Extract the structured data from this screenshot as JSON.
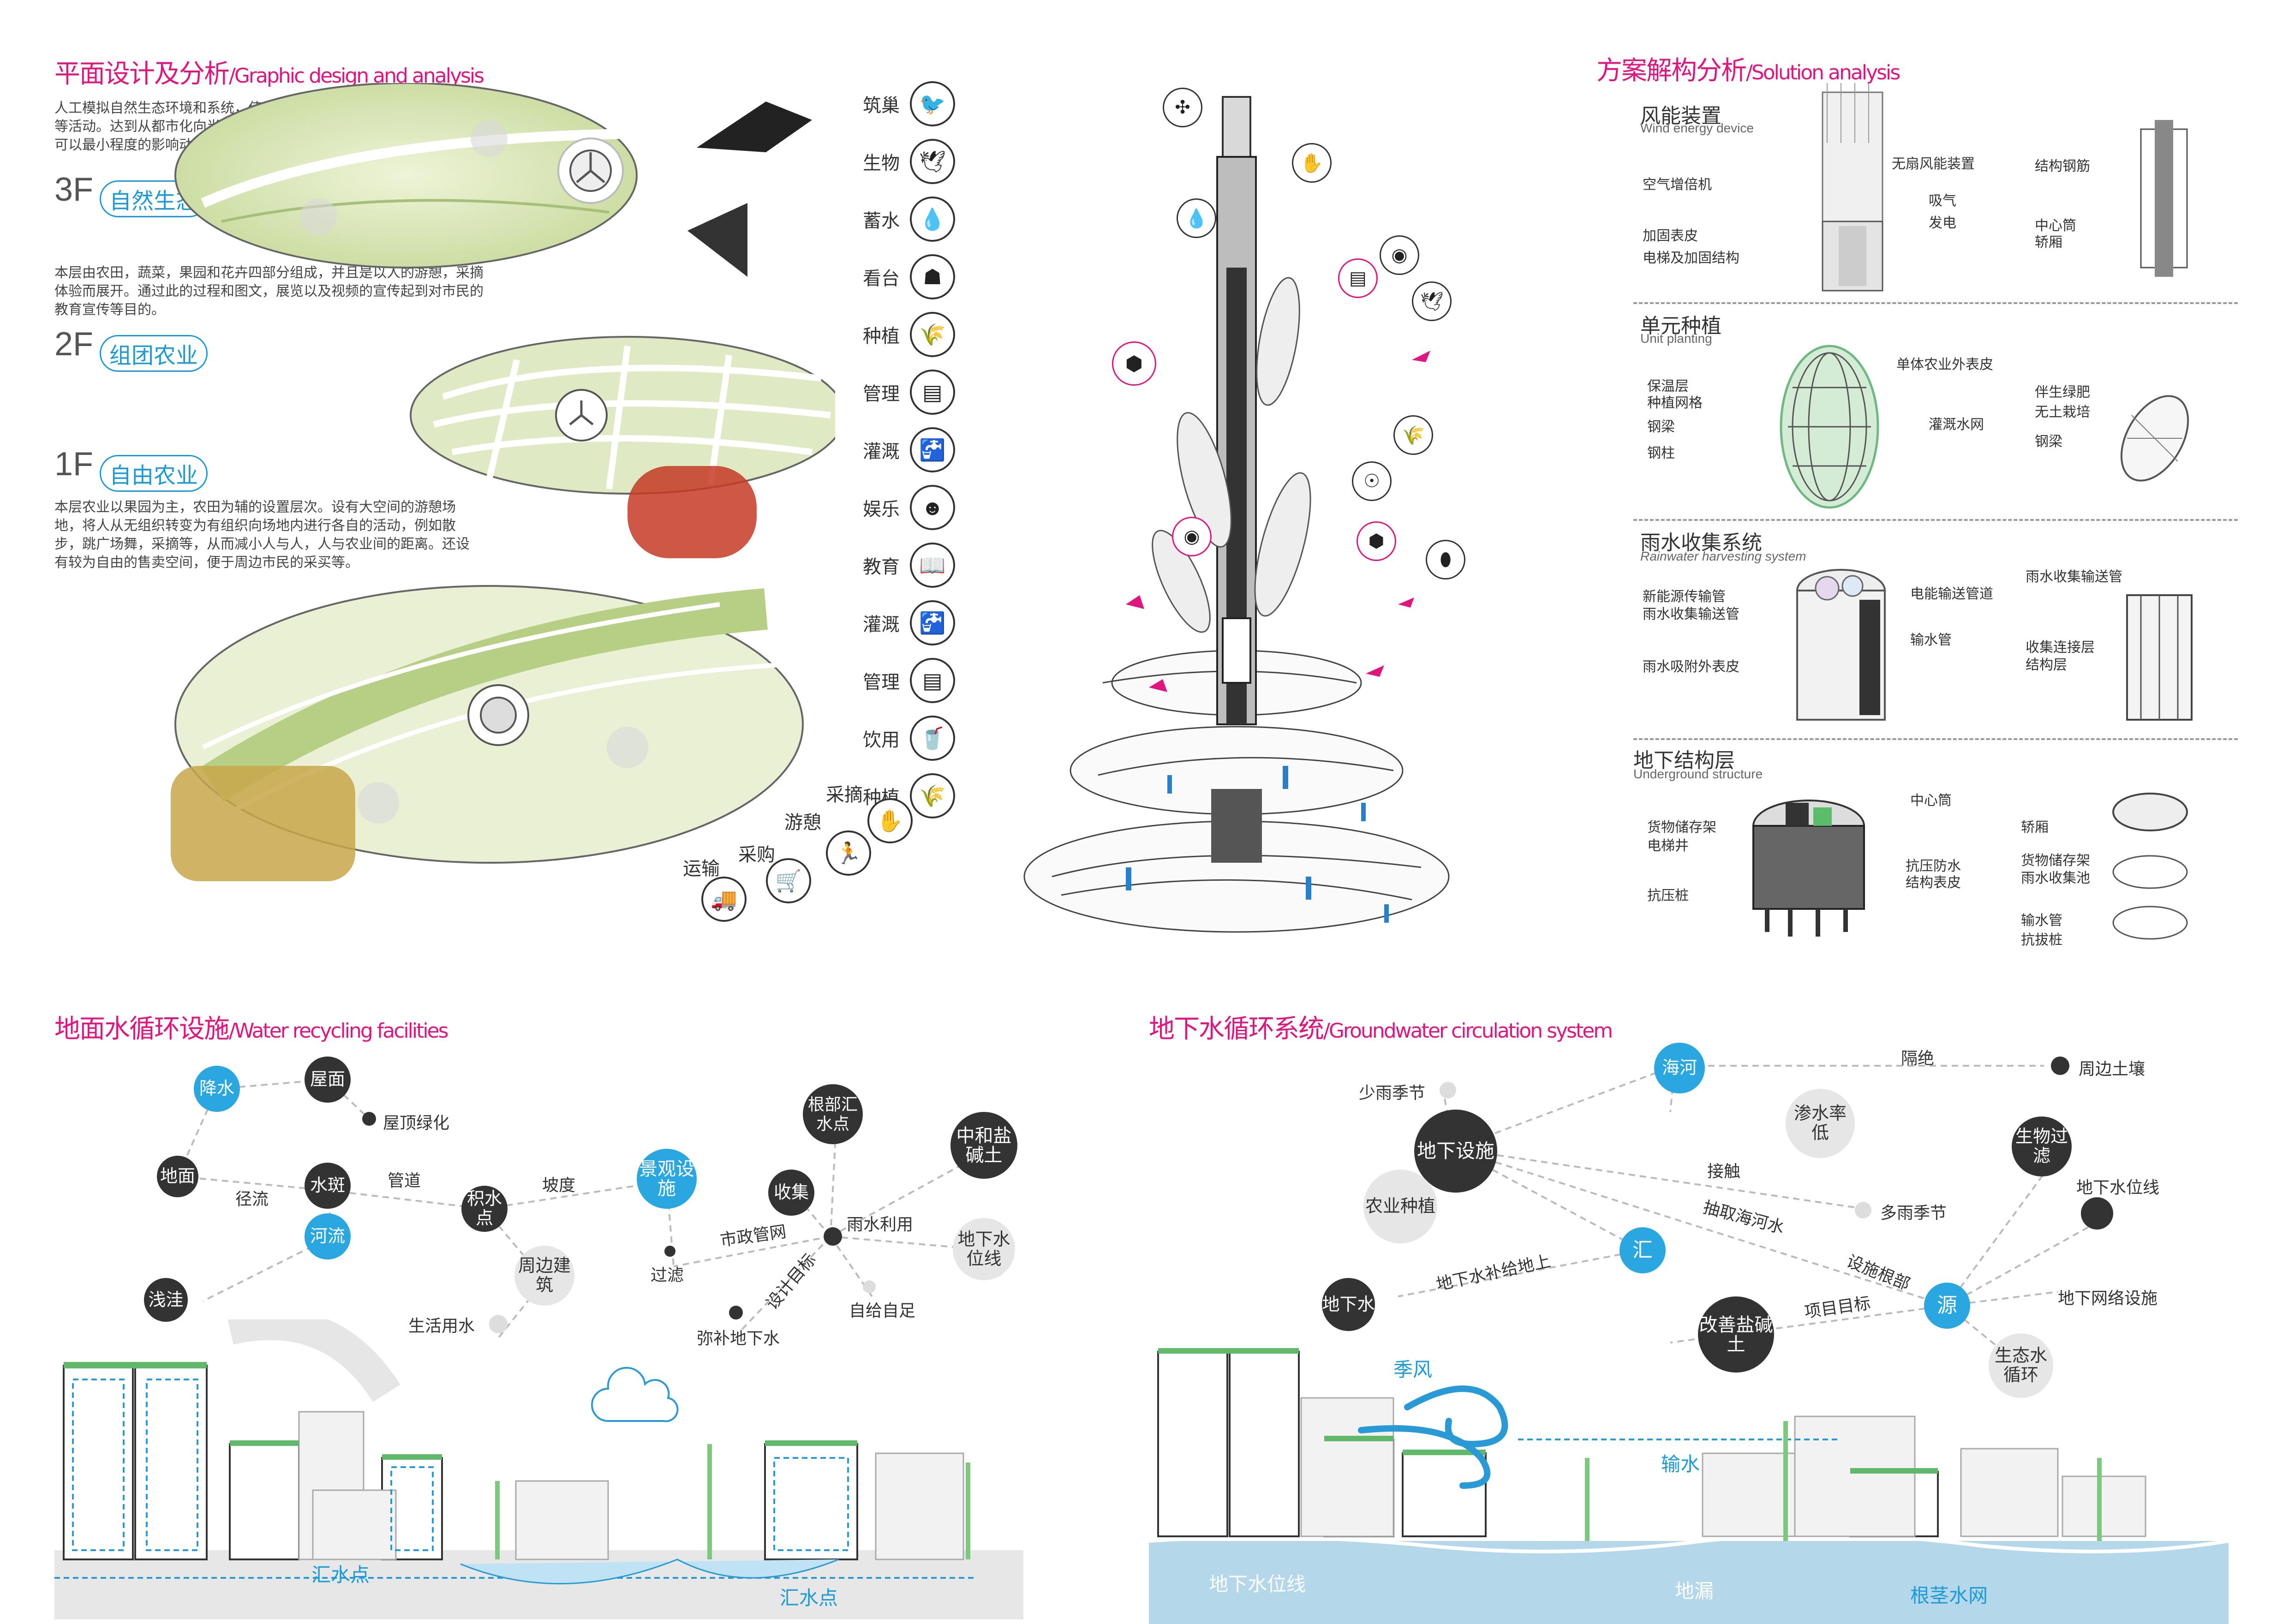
{
  "top_left": {
    "title_cn": "平面设计及分析",
    "title_en": "/Graphic design and analysis",
    "para_3f": "人工模拟自然生态环境和系统，使鸟类觅食，停留，迁徙，筑巢，养殖等活动。达到从都市化向半恢复状态转变。人在本层的只是远观，这样可以最小程度的影响动物的正常栖息。",
    "floor_3f": "3F",
    "tag_3f": "自然生态",
    "para_2f": "本层由农田，蔬菜，果园和花卉四部分组成，并且是以人的游憩，采摘体验而展开。通过此的过程和图文，展览以及视频的宣传起到对市民的教育宣传等目的。",
    "floor_2f": "2F",
    "tag_2f": "组团农业",
    "floor_1f": "1F",
    "tag_1f": "自由农业",
    "para_1f": "本层农业以果园为主，农田为辅的设置层次。设有大空间的游憩场地，将人从无组织转变为有组织向场地内进行各自的活动，例如散步，跳广场舞，采摘等，从而减小人与人，人与农业间的距离。还设有较为自由的售卖空间，便于周边市民的采买等。",
    "legend": [
      {
        "label": "筑巢",
        "icon": "nest-icon",
        "glyph": "🐦"
      },
      {
        "label": "生物",
        "icon": "bird-icon",
        "glyph": "🕊"
      },
      {
        "label": "蓄水",
        "icon": "water-drops-icon",
        "glyph": "💧"
      },
      {
        "label": "看台",
        "icon": "viewing-platform-icon",
        "glyph": "☗"
      },
      {
        "label": "种植",
        "icon": "wheat-icon",
        "glyph": "🌾"
      },
      {
        "label": "管理",
        "icon": "management-icon",
        "glyph": "▤"
      },
      {
        "label": "灌溉",
        "icon": "faucet-icon",
        "glyph": "🚰"
      },
      {
        "label": "娱乐",
        "icon": "play-icon",
        "glyph": "☻"
      },
      {
        "label": "教育",
        "icon": "book-icon",
        "glyph": "📖"
      },
      {
        "label": "灌溉",
        "icon": "faucet-icon",
        "glyph": "🚰"
      },
      {
        "label": "管理",
        "icon": "management-icon",
        "glyph": "▤"
      },
      {
        "label": "饮用",
        "icon": "drink-icon",
        "glyph": "🥤"
      },
      {
        "label": "种植",
        "icon": "wheat-icon",
        "glyph": "🌾"
      }
    ],
    "arc_legend": [
      {
        "label": "采摘",
        "icon": "picking-hand-icon",
        "glyph": "✋"
      },
      {
        "label": "游憩",
        "icon": "running-person-icon",
        "glyph": "🏃"
      },
      {
        "label": "采购",
        "icon": "shopping-cart-icon",
        "glyph": "🛒"
      },
      {
        "label": "运输",
        "icon": "truck-icon",
        "glyph": "🚚"
      }
    ]
  },
  "top_right": {
    "title_cn": "方案解构分析",
    "title_en": "/Solution analysis",
    "wind": {
      "head": "风能装置",
      "sub": "Wind energy device",
      "labels": [
        "无扇风能装置",
        "空气增倍机",
        "吸气",
        "发电",
        "加固表皮",
        "电梯及加固结构",
        "结构钢筋",
        "中心筒",
        "轿厢"
      ]
    },
    "unit": {
      "head": "单元种植",
      "sub": "Unit planting",
      "labels": [
        "单体农业外表皮",
        "保温层",
        "种植网格",
        "钢梁",
        "灌溉水网",
        "钢柱",
        "伴生绿肥",
        "无土栽培",
        "钢梁"
      ]
    },
    "rain": {
      "head": "雨水收集系统",
      "sub": "Rainwater harvesting system",
      "labels": [
        "新能源传输管",
        "雨水收集输送管",
        "电能输送管道",
        "输水管",
        "雨水吸附外表皮",
        "雨水收集输送管",
        "收集连接层",
        "结构层"
      ]
    },
    "under": {
      "head": "地下结构层",
      "sub": "Underground structure",
      "labels": [
        "中心筒",
        "货物储存架",
        "电梯井",
        "抗压防水",
        "结构表皮",
        "抗压桩",
        "轿厢",
        "货物储存架",
        "雨水收集池",
        "输水管",
        "抗拔桩"
      ]
    }
  },
  "bottom_left": {
    "title_cn": "地面水循环设施",
    "title_en": "/Water recycling facilities",
    "nodes": {
      "jiangshui": "降水",
      "wumian": "屋面",
      "dimian": "地面",
      "shuiban": "水斑",
      "heliu": "河流",
      "jishui": "积水点",
      "jingguan": "景观设施",
      "zhoubian": "周边建筑",
      "genbu": "根部汇水点",
      "shouji": "收集",
      "zhonghe": "中和盐碱土",
      "dixiashui": "地下水位线",
      "qianwa": "浅洼"
    },
    "labels": {
      "wuding": "屋顶绿化",
      "jingliu": "径流",
      "guandao": "管道",
      "poudu": "坡度",
      "guolv": "过滤",
      "shizheng": "市政管网",
      "yushui": "雨水利用",
      "sheji": "设计目标",
      "zigei": "自给自足",
      "mibu": "弥补地下水",
      "shenghuo": "生活用水",
      "huishui1": "汇水点",
      "huishui2": "汇水点"
    }
  },
  "bottom_right": {
    "title_cn": "地下水循环系统",
    "title_en": "/Groundwater circulation system",
    "nodes": {
      "haihe": "海河",
      "dixiasheshi": "地下设施",
      "shenshui": "渗水率低",
      "nongye": "农业种植",
      "hui": "汇",
      "dixiashui": "地下水",
      "gaishan": "改善盐碱土",
      "yuan": "源",
      "shengwu": "生物过滤",
      "shengtai": "生态水循环"
    },
    "labels": {
      "shaoyu": "少雨季节",
      "gejue": "隔绝",
      "zhoubian": "周边土壤",
      "jiechu": "接触",
      "duoyu": "多雨季节",
      "chouqu": "抽取海河水",
      "dixiabu": "地下水补给地上",
      "sheshi": "设施根部",
      "xiangmu": "项目目标",
      "dixiawei": "地下水位线",
      "dixiawang": "地下网络设施",
      "jifeng": "季风",
      "shushui": "输水",
      "dixiaxian": "地下水位线",
      "dilou": "地漏",
      "genjing": "根茎水网"
    }
  }
}
